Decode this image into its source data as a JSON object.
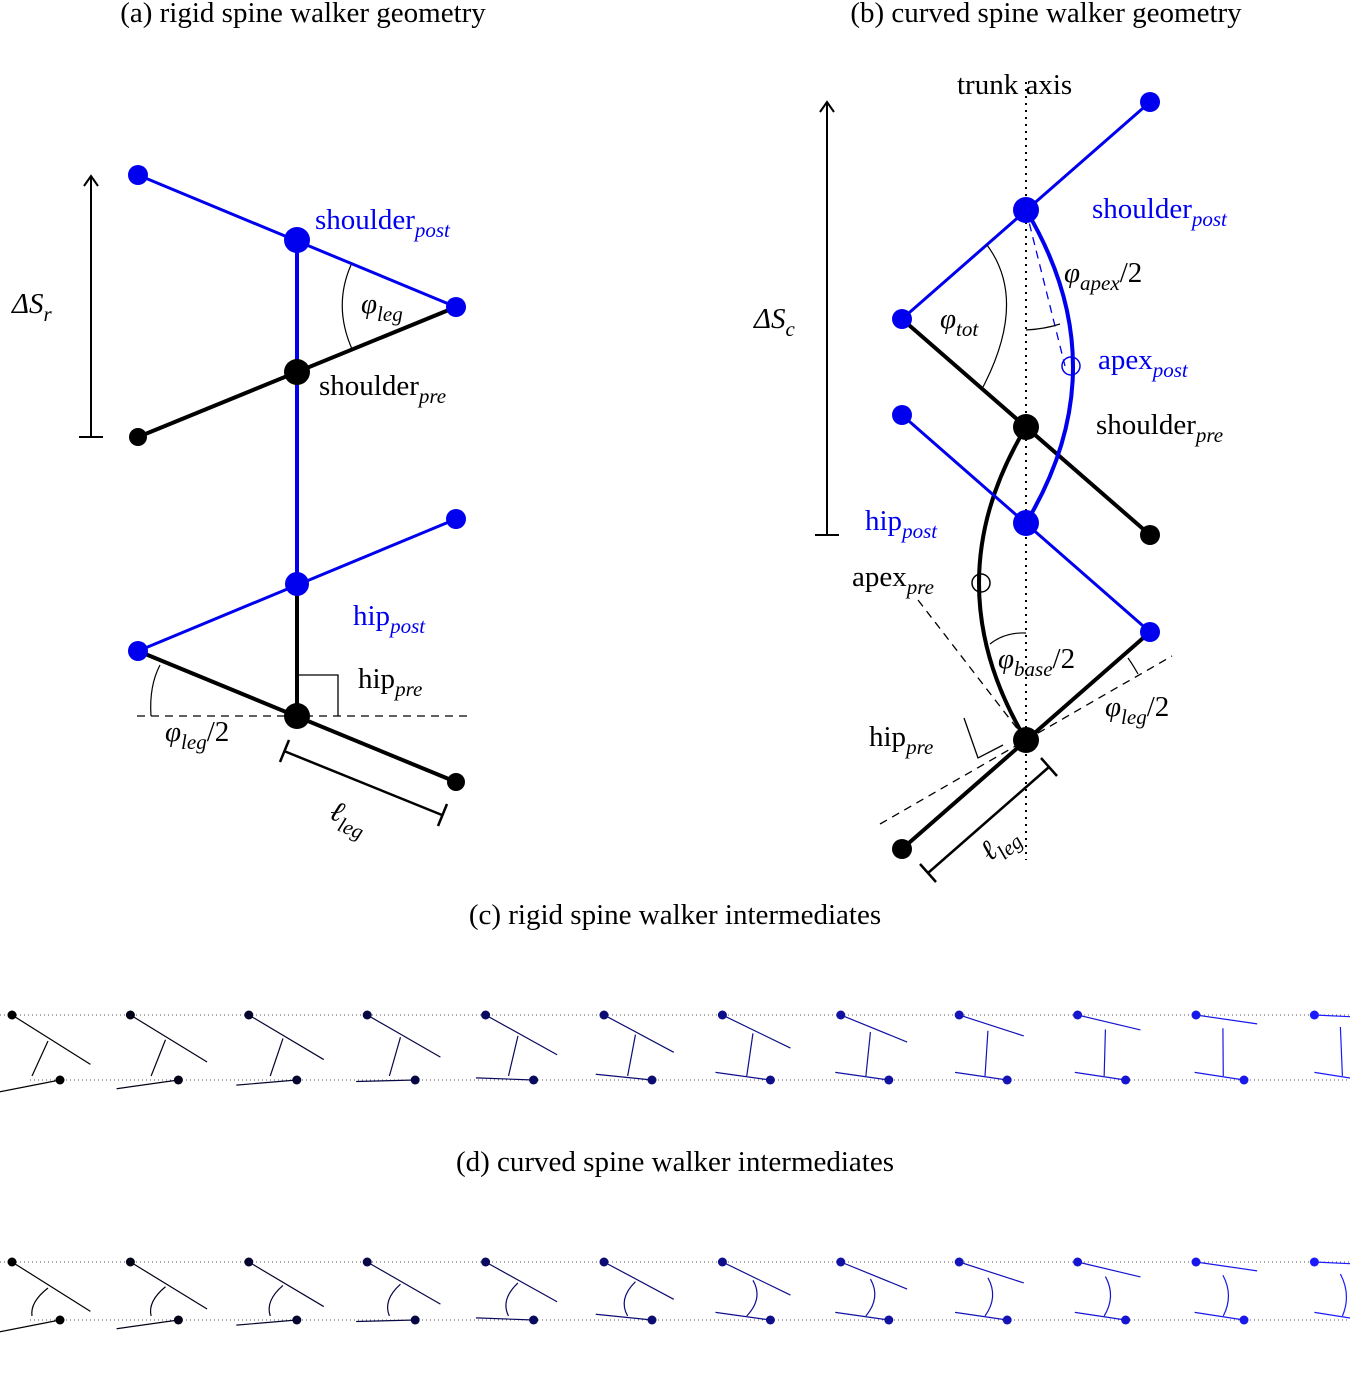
{
  "panels": {
    "a": {
      "title": "(a) rigid spine walker geometry",
      "shoulder_post": "shoulder",
      "shoulder_post_sub": "post",
      "shoulder_pre": "shoulder",
      "shoulder_pre_sub": "pre",
      "hip_post": "hip",
      "hip_post_sub": "post",
      "hip_pre": "hip",
      "hip_pre_sub": "pre",
      "delta_s": "ΔS",
      "delta_s_sub": "r",
      "phi_leg": "φ",
      "phi_leg_sub": "leg",
      "phi_leg_half": "φ",
      "phi_leg_half_sub": "leg",
      "phi_leg_half_suffix": "/2",
      "l_leg": "ℓ",
      "l_leg_sub": "leg"
    },
    "b": {
      "title": "(b) curved spine walker geometry",
      "trunk_axis": "trunk axis",
      "shoulder_post": "shoulder",
      "shoulder_post_sub": "post",
      "shoulder_pre": "shoulder",
      "shoulder_pre_sub": "pre",
      "hip_post": "hip",
      "hip_post_sub": "post",
      "hip_pre": "hip",
      "hip_pre_sub": "pre",
      "apex_post": "apex",
      "apex_post_sub": "post",
      "apex_pre": "apex",
      "apex_pre_sub": "pre",
      "delta_s": "ΔS",
      "delta_s_sub": "c",
      "phi_tot": "φ",
      "phi_tot_sub": "tot",
      "phi_apex": "φ",
      "phi_apex_sub": "apex",
      "phi_apex_suffix": "/2",
      "phi_base": "φ",
      "phi_base_sub": "base",
      "phi_base_suffix": "/2",
      "phi_leg": "φ",
      "phi_leg_sub": "leg",
      "phi_leg_suffix": "/2",
      "l_leg": "ℓ",
      "l_leg_sub": "leg"
    },
    "c": {
      "title": "(c) rigid spine walker intermediates",
      "frames": 12
    },
    "d": {
      "title": "(d) curved spine walker intermediates",
      "frames": 12
    }
  },
  "colors": {
    "pre": "#000000",
    "post": "#0000ee",
    "intermediate_start": "#000000",
    "intermediate_end": "#1a1aff"
  }
}
